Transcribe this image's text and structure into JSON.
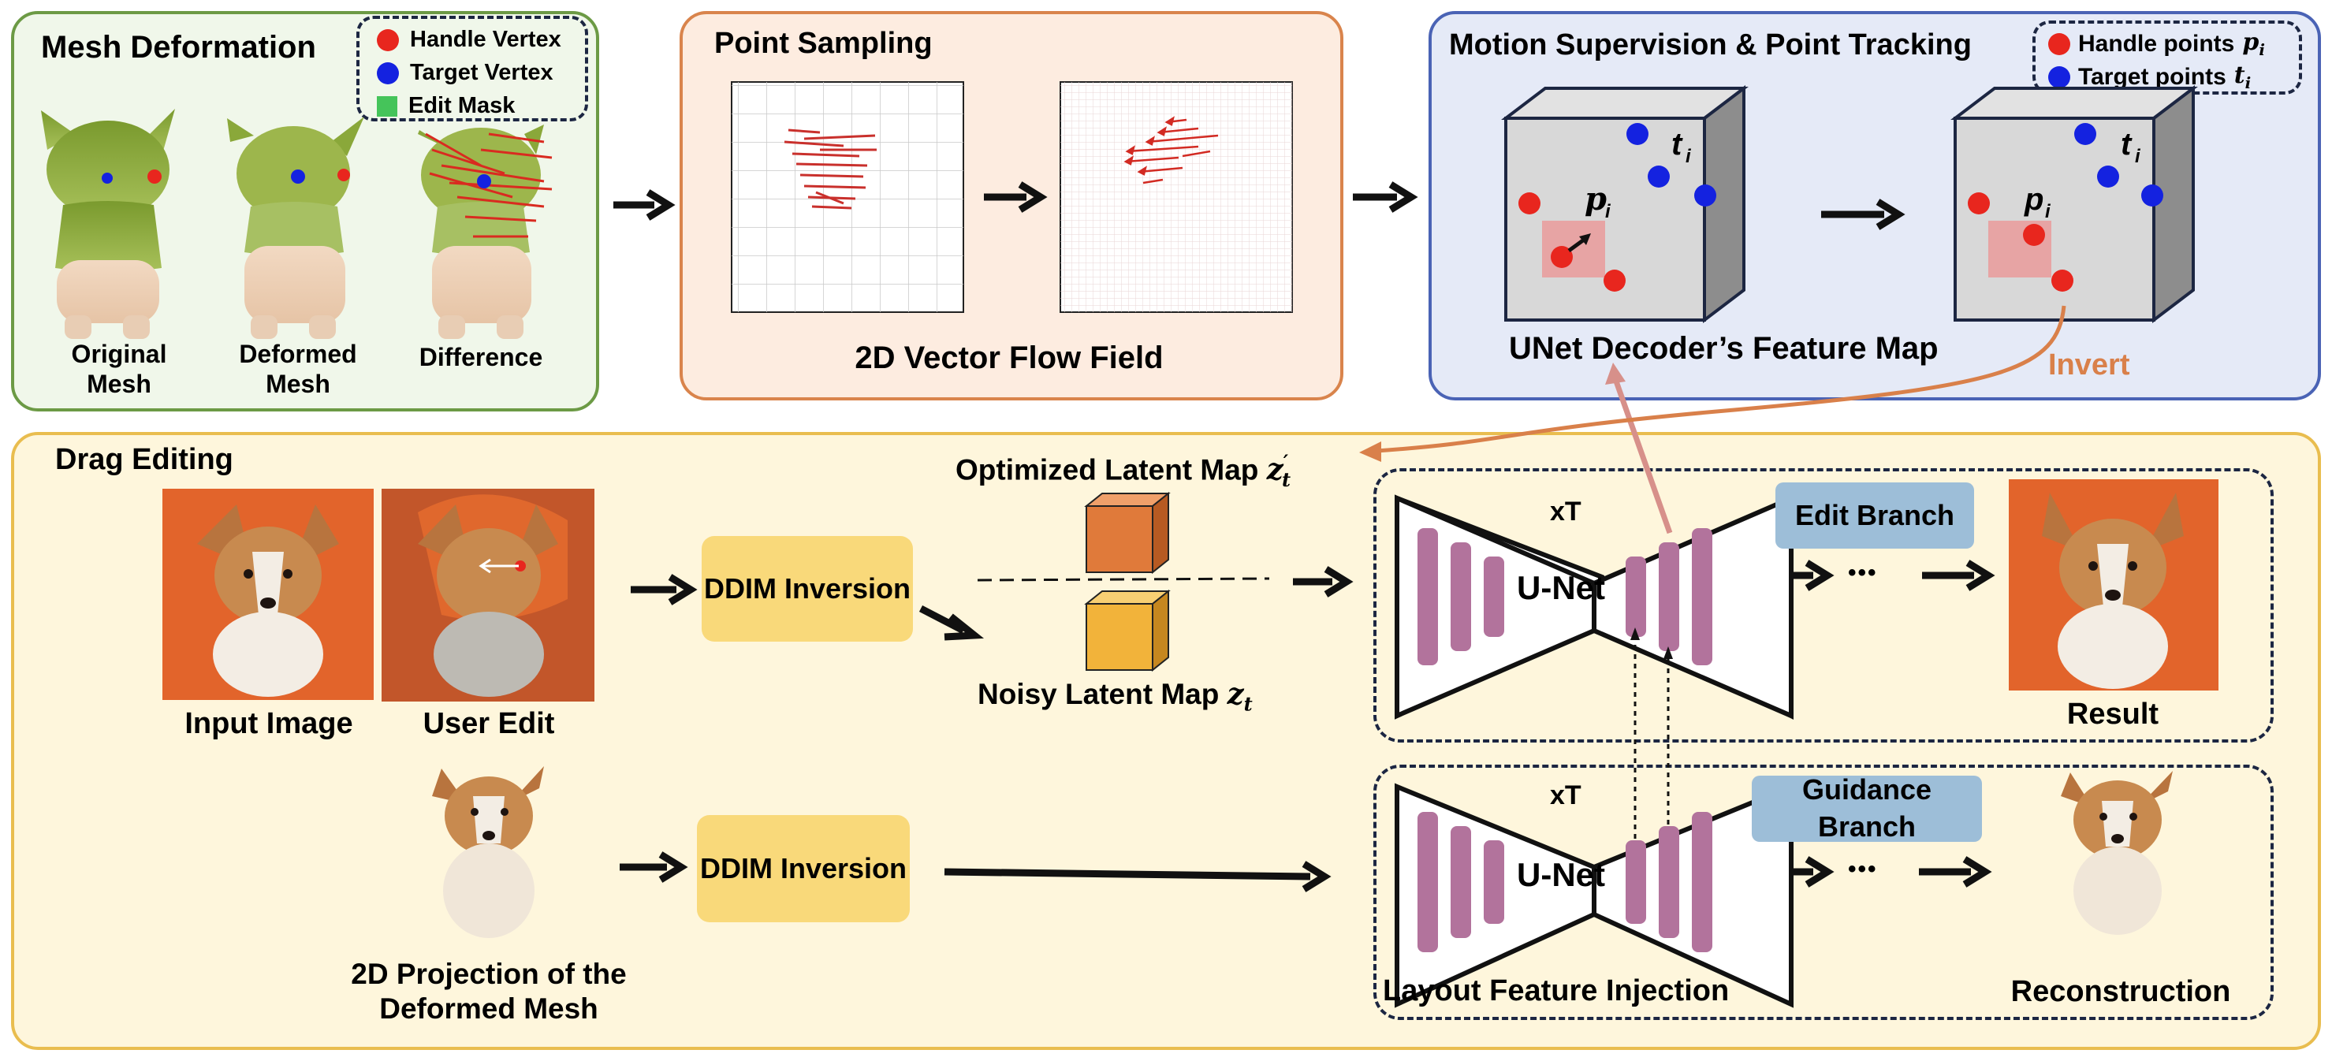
{
  "mesh": {
    "title": "Mesh Deformation",
    "legend": [
      {
        "label": "Handle Vertex",
        "color": "#e8261e",
        "shape": "circle"
      },
      {
        "label": "Target Vertex",
        "color": "#1422e0",
        "shape": "circle"
      },
      {
        "label": "Edit Mask",
        "color": "#45c45a",
        "shape": "square"
      }
    ],
    "captions": [
      "Original Mesh",
      "Deformed Mesh",
      "Difference"
    ]
  },
  "sampling": {
    "title": "Point Sampling",
    "caption": "2D Vector Flow Field"
  },
  "motion": {
    "title": "Motion Supervision & Point Tracking",
    "legend": [
      {
        "label": "Handle points",
        "symbol": "p",
        "sub": "i",
        "color": "#e8261e"
      },
      {
        "label": "Target points",
        "symbol": "t",
        "sub": "i",
        "color": "#1422e0"
      }
    ],
    "caption": "UNet Decoder’s Feature Map",
    "invert_label": "Invert"
  },
  "drag": {
    "title": "Drag Editing",
    "input_caption": "Input Image",
    "user_edit_caption": "User Edit",
    "projection_caption": "2D Projection of the Deformed Mesh",
    "ddim_label": "DDIM Inversion",
    "optimized_latent": "Optimized Latent Map",
    "optimized_symbol": "z",
    "optimized_sub": "t",
    "optimized_prime": "′",
    "noisy_latent": "Noisy Latent Map",
    "noisy_symbol": "z",
    "noisy_sub": "t",
    "unet_label": "U-Net",
    "repeat_label": "xT",
    "edit_branch": "Edit Branch",
    "guidance_branch": "Guidance Branch",
    "result_caption": "Result",
    "reconstruction_caption": "Reconstruction",
    "layout_caption": "Layout Feature Injection",
    "ellipsis": "•••"
  },
  "colors": {
    "mesh_border": "#6c9a45",
    "mesh_bg": "#f0f7ea",
    "sampling_border": "#d9844c",
    "sampling_bg": "#fdece0",
    "motion_border": "#4a63b5",
    "motion_bg": "#e5eaf7",
    "drag_border": "#e9bd4f",
    "drag_bg": "#fef6dc",
    "ddim_fill": "#f9d97a",
    "branch_fill": "#9dbed8",
    "unet_bar": "#b2739c",
    "invert": "#d9804a",
    "handle": "#e8261e",
    "target": "#1422e0",
    "mask": "#45c45a",
    "orange_cube": "#e07a3a",
    "yellow_cube": "#f2b33a",
    "dog_bg": "#e2642b"
  }
}
